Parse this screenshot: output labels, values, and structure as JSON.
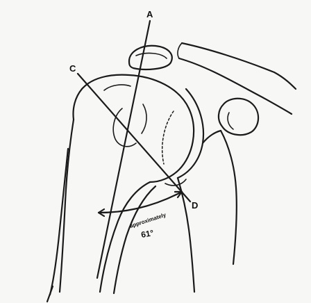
{
  "labels": {
    "axis_a": "A",
    "axis_c": "C",
    "point_d": "D"
  },
  "annotation": {
    "note": "approximately",
    "angle": "61°"
  },
  "colors": {
    "ink": "#1a1a1a",
    "background": "#f7f7f5"
  }
}
